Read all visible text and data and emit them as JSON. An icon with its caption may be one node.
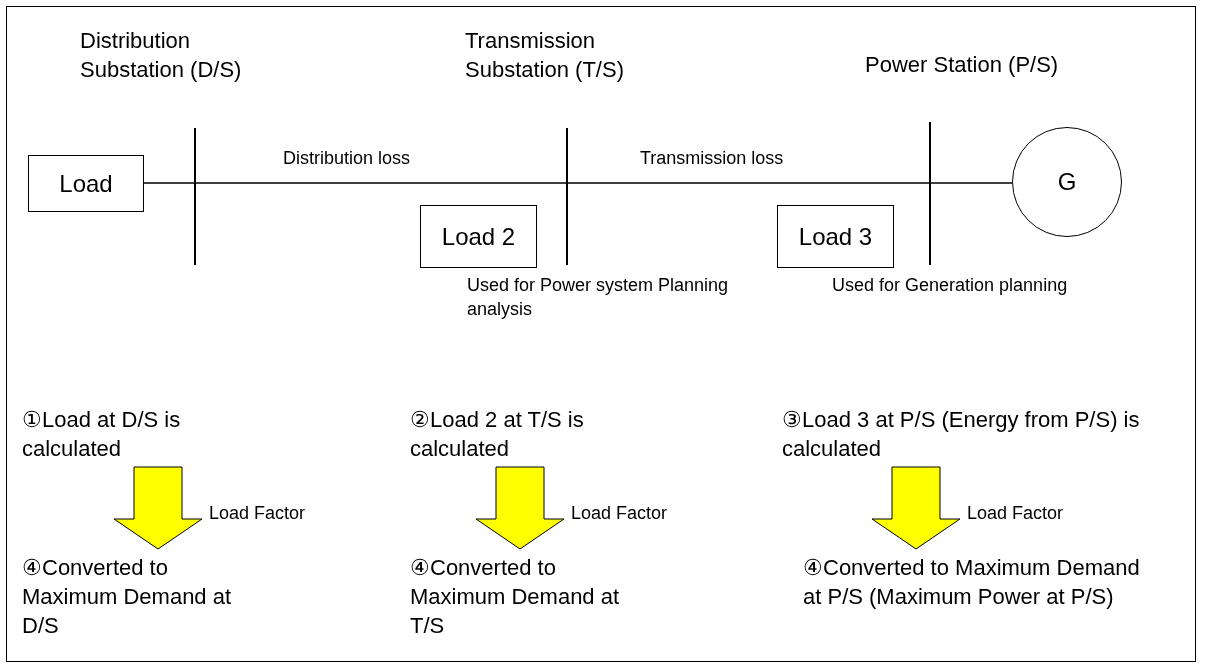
{
  "diagram": {
    "nodes": [
      {
        "text": [
          "Load"
        ]
      },
      {
        "text": [],
        "shape": "bar",
        "beside": [
          "Distribution Substation (D/S)"
        ]
      },
      {
        "text": [],
        "shape": "bar",
        "beside": [
          "Transmission Substation (T/S)"
        ]
      },
      {
        "text": [],
        "shape": "bar",
        "beside": [
          "Power Station (P/S)"
        ]
      },
      {
        "text": [
          "G"
        ]
      },
      {
        "text": [
          "Load 2"
        ],
        "beside": [
          "Used for Power system Planning analysis"
        ]
      },
      {
        "text": [
          "Load 3"
        ],
        "beside": [
          "Used for Generation planning"
        ]
      },
      {
        "text": [
          "①Load at D/S is calculated"
        ]
      },
      {
        "text": [
          "④Converted to Maximum Demand at D/S"
        ]
      },
      {
        "text": [
          "②Load 2 at T/S is calculated"
        ]
      },
      {
        "text": [
          "④Converted to Maximum Demand at T/S"
        ]
      },
      {
        "text": [
          "③Load 3 at P/S (Energy from P/S) is calculated"
        ]
      },
      {
        "text": [
          "④Converted to Maximum Demand at P/S (Maximum Power at P/S)"
        ]
      }
    ],
    "edges": [
      {
        "from": 0,
        "to": 1,
        "arrow": "none"
      },
      {
        "from": 1,
        "to": 2,
        "arrow": "none",
        "label": "Distribution loss"
      },
      {
        "from": 2,
        "to": 3,
        "arrow": "none",
        "label": "Transmission loss"
      },
      {
        "from": 3,
        "to": 4,
        "arrow": "none"
      },
      {
        "from": 7,
        "to": 8,
        "arrow": "to",
        "label": "Load Factor",
        "style": "thick",
        "color": "#ffff00"
      },
      {
        "from": 9,
        "to": 10,
        "arrow": "to",
        "label": "Load Factor",
        "style": "thick",
        "color": "#ffff00"
      },
      {
        "from": 11,
        "to": 12,
        "arrow": "to",
        "label": "Load Factor",
        "style": "thick",
        "color": "#ffff00"
      }
    ]
  }
}
